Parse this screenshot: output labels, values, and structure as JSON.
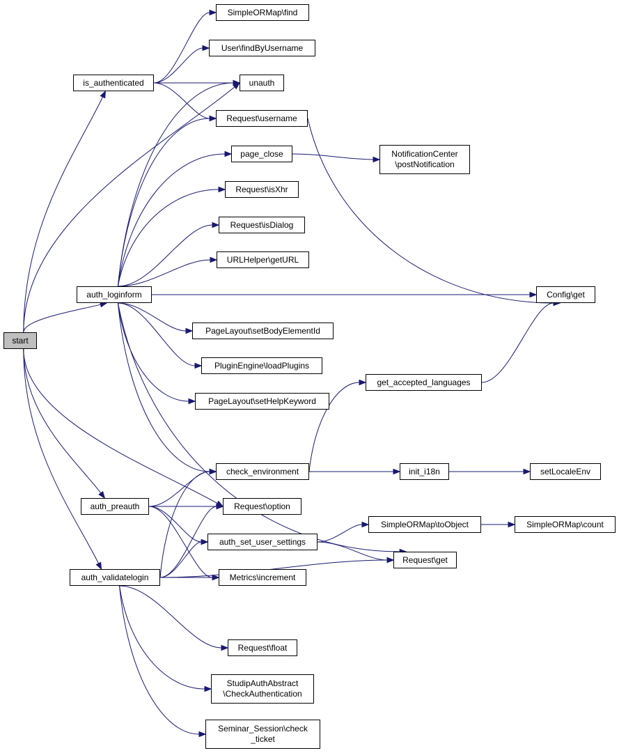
{
  "graph": {
    "nodes": [
      {
        "id": "start",
        "label": "start",
        "root": true
      },
      {
        "id": "is_authenticated",
        "label": "is_authenticated"
      },
      {
        "id": "auth_loginform",
        "label": "auth_loginform"
      },
      {
        "id": "auth_preauth",
        "label": "auth_preauth"
      },
      {
        "id": "auth_validatelogin",
        "label": "auth_validatelogin"
      },
      {
        "id": "find",
        "label": "SimpleORMap\\find"
      },
      {
        "id": "findByUsername",
        "label": "User\\findByUsername"
      },
      {
        "id": "unauth",
        "label": "unauth"
      },
      {
        "id": "username",
        "label": "Request\\username"
      },
      {
        "id": "page_close",
        "label": "page_close"
      },
      {
        "id": "notif",
        "label": "NotificationCenter\n\\postNotification"
      },
      {
        "id": "isXhr",
        "label": "Request\\isXhr"
      },
      {
        "id": "isDialog",
        "label": "Request\\isDialog"
      },
      {
        "id": "getURL",
        "label": "URLHelper\\getURL"
      },
      {
        "id": "configget",
        "label": "Config\\get"
      },
      {
        "id": "setBody",
        "label": "PageLayout\\setBodyElementId"
      },
      {
        "id": "loadPlugins",
        "label": "PluginEngine\\loadPlugins"
      },
      {
        "id": "setHelp",
        "label": "PageLayout\\setHelpKeyword"
      },
      {
        "id": "get_accepted",
        "label": "get_accepted_languages"
      },
      {
        "id": "check_env",
        "label": "check_environment"
      },
      {
        "id": "init_i18n",
        "label": "init_i18n"
      },
      {
        "id": "setLocale",
        "label": "setLocaleEnv"
      },
      {
        "id": "option",
        "label": "Request\\option"
      },
      {
        "id": "toObject",
        "label": "SimpleORMap\\toObject"
      },
      {
        "id": "count",
        "label": "SimpleORMap\\count"
      },
      {
        "id": "auth_set",
        "label": "auth_set_user_settings"
      },
      {
        "id": "reqget",
        "label": "Request\\get"
      },
      {
        "id": "metrics",
        "label": "Metrics\\increment"
      },
      {
        "id": "reqfloat",
        "label": "Request\\float"
      },
      {
        "id": "studip",
        "label": "StudipAuthAbstract\n\\CheckAuthentication"
      },
      {
        "id": "seminar",
        "label": "Seminar_Session\\check\n_ticket"
      }
    ],
    "edges": [
      [
        "start",
        "is_authenticated"
      ],
      [
        "start",
        "auth_loginform"
      ],
      [
        "start",
        "auth_preauth"
      ],
      [
        "start",
        "auth_validatelogin"
      ],
      [
        "start",
        "unauth"
      ],
      [
        "start",
        "option"
      ],
      [
        "is_authenticated",
        "find"
      ],
      [
        "is_authenticated",
        "findByUsername"
      ],
      [
        "is_authenticated",
        "unauth"
      ],
      [
        "is_authenticated",
        "username"
      ],
      [
        "auth_loginform",
        "unauth"
      ],
      [
        "auth_loginform",
        "username"
      ],
      [
        "auth_loginform",
        "page_close"
      ],
      [
        "auth_loginform",
        "isXhr"
      ],
      [
        "auth_loginform",
        "isDialog"
      ],
      [
        "auth_loginform",
        "getURL"
      ],
      [
        "auth_loginform",
        "configget"
      ],
      [
        "auth_loginform",
        "setBody"
      ],
      [
        "auth_loginform",
        "loadPlugins"
      ],
      [
        "auth_loginform",
        "setHelp"
      ],
      [
        "auth_loginform",
        "check_env"
      ],
      [
        "auth_loginform",
        "reqget"
      ],
      [
        "username",
        "configget"
      ],
      [
        "page_close",
        "notif"
      ],
      [
        "get_accepted",
        "configget"
      ],
      [
        "check_env",
        "get_accepted"
      ],
      [
        "check_env",
        "init_i18n"
      ],
      [
        "init_i18n",
        "setLocale"
      ],
      [
        "auth_preauth",
        "check_env"
      ],
      [
        "auth_preauth",
        "option"
      ],
      [
        "auth_preauth",
        "auth_set"
      ],
      [
        "auth_preauth",
        "metrics"
      ],
      [
        "auth_set",
        "toObject"
      ],
      [
        "auth_set",
        "reqget"
      ],
      [
        "toObject",
        "count"
      ],
      [
        "auth_validatelogin",
        "check_env"
      ],
      [
        "auth_validatelogin",
        "option"
      ],
      [
        "auth_validatelogin",
        "auth_set"
      ],
      [
        "auth_validatelogin",
        "metrics"
      ],
      [
        "auth_validatelogin",
        "reqget"
      ],
      [
        "auth_validatelogin",
        "reqfloat"
      ],
      [
        "auth_validatelogin",
        "studip"
      ],
      [
        "auth_validatelogin",
        "seminar"
      ]
    ]
  }
}
